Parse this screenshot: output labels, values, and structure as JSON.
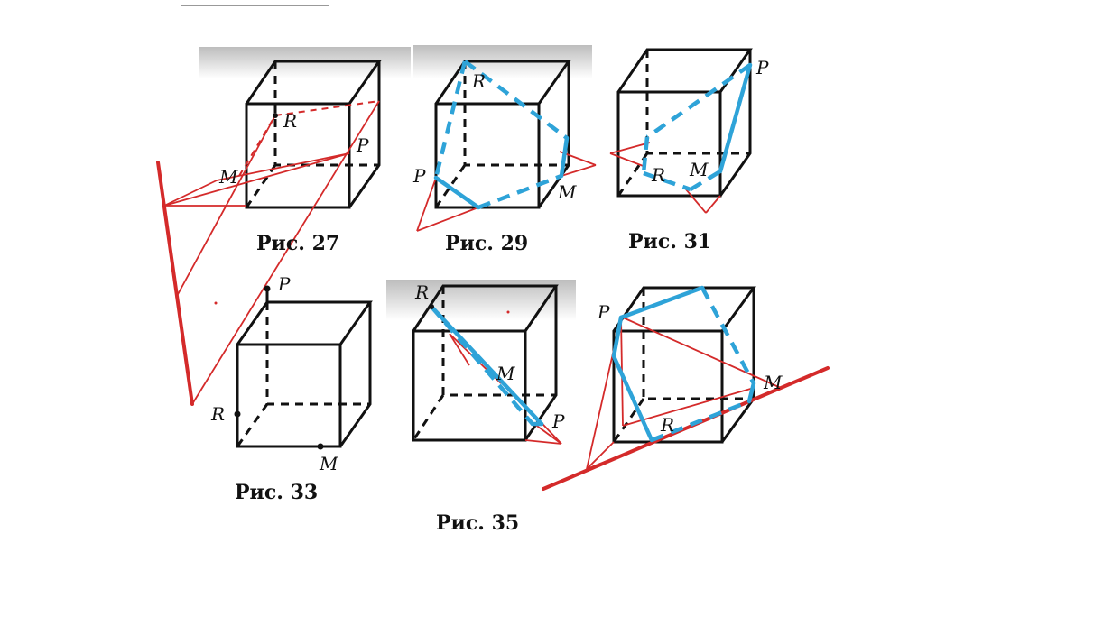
{
  "colors": {
    "ink": "#111111",
    "construction_red": "#d42a2a",
    "section_blue": "#2ea3d8",
    "background": "#ffffff"
  },
  "figures": [
    {
      "id": "fig27",
      "caption": "Рис. 27",
      "labels": {
        "R": "R",
        "P": "P",
        "M": "M"
      }
    },
    {
      "id": "fig29",
      "caption": "Рис. 29",
      "labels": {
        "R": "R",
        "P": "P",
        "M": "M"
      }
    },
    {
      "id": "fig31",
      "caption": "Рис. 31",
      "labels": {
        "R": "R",
        "P": "P",
        "M": "M"
      }
    },
    {
      "id": "fig33",
      "caption": "Рис. 33",
      "labels": {
        "R": "R",
        "P": "P",
        "M": "M"
      }
    },
    {
      "id": "fig35",
      "caption": "Рис. 35",
      "labels": {
        "R": "R",
        "P": "P",
        "M": "M"
      }
    },
    {
      "id": "fig-unnumbered",
      "caption": "",
      "labels": {
        "R": "R",
        "P": "P",
        "M": "M"
      }
    }
  ]
}
